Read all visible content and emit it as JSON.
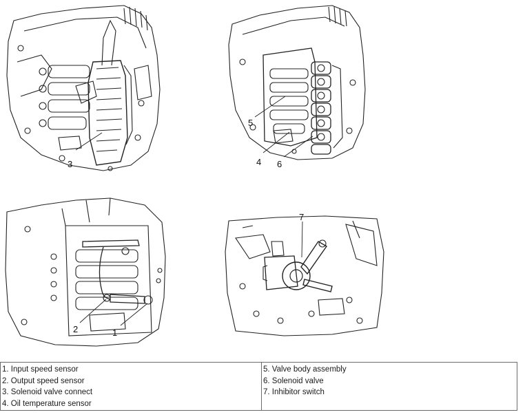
{
  "callouts": {
    "c1": "1",
    "c2": "2",
    "c3": "3",
    "c4": "4",
    "c5": "5",
    "c6": "6",
    "c7": "7"
  },
  "legend": {
    "left": [
      "1. Input speed sensor",
      "2. Output speed sensor",
      "3. Solenoid valve connect",
      "4. Oil temperature sensor"
    ],
    "right": [
      "5. Valve body assembly",
      "6. Solenoid valve",
      "7. Inhibitor switch"
    ]
  }
}
